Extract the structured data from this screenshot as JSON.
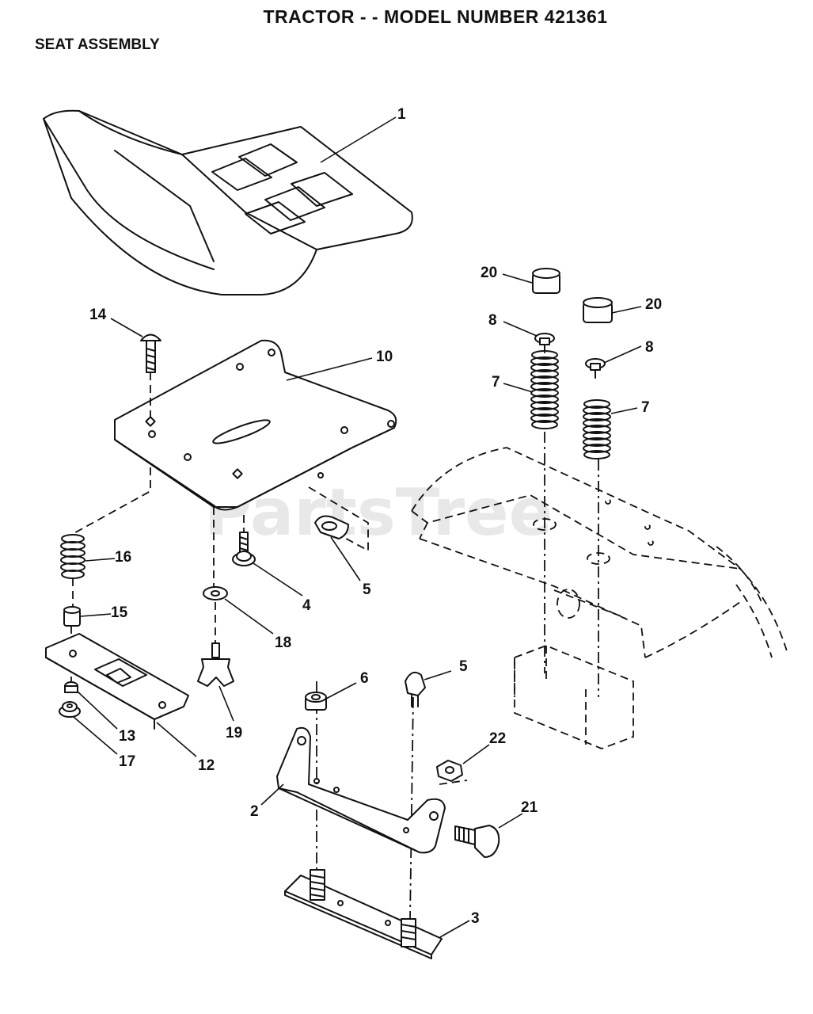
{
  "header": {
    "title": "TRACTOR - - MODEL NUMBER 421361",
    "section": "SEAT ASSEMBLY"
  },
  "watermark": "PartsTree",
  "callouts": {
    "seat": "1",
    "seat_bracket": "2",
    "bottom_plate": "3",
    "shoulder_bolt_4": "4",
    "clip_upper": "5",
    "clip_lower": "5",
    "bushing_6": "6",
    "spring_left": "7",
    "spring_right": "7",
    "screw_left": "8",
    "screw_right": "8",
    "seat_pan": "10",
    "slide_plate": "12",
    "nut_13": "13",
    "carriage_bolt": "14",
    "spacer_15": "15",
    "spring_16": "16",
    "nut_17": "17",
    "washer_18": "18",
    "knob_19": "19",
    "bumper_left": "20",
    "bumper_right": "20",
    "pivot_bolt": "21",
    "nut_22": "22"
  }
}
